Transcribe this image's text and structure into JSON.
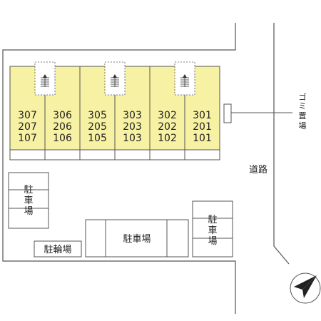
{
  "building": {
    "units": [
      {
        "col": 1,
        "floor3": "307",
        "floor2": "207",
        "floor1": "107",
        "stairs": false
      },
      {
        "col": 2,
        "floor3": "306",
        "floor2": "206",
        "floor1": "106",
        "stairs": true
      },
      {
        "col": 3,
        "floor3": "305",
        "floor2": "205",
        "floor1": "105",
        "stairs": false
      },
      {
        "col": 4,
        "floor3": "303",
        "floor2": "203",
        "floor1": "103",
        "stairs": true
      },
      {
        "col": 5,
        "floor3": "302",
        "floor2": "202",
        "floor1": "102",
        "stairs": false
      },
      {
        "col": 6,
        "floor3": "301",
        "floor2": "201",
        "floor1": "101",
        "stairs": true
      }
    ],
    "fill_color": "#f7f1a4"
  },
  "labels": {
    "parking_left": [
      "駐",
      "車",
      "場"
    ],
    "parking_right": [
      "駐",
      "車",
      "場"
    ],
    "parking_center": "駐車場",
    "bicycle": "駐輪場",
    "road": "道路",
    "garbage": [
      "ゴ",
      "ミ",
      "置",
      "場"
    ]
  },
  "icons": {
    "compass": "north-arrow-icon",
    "stairs": "stairs-up-icon"
  }
}
